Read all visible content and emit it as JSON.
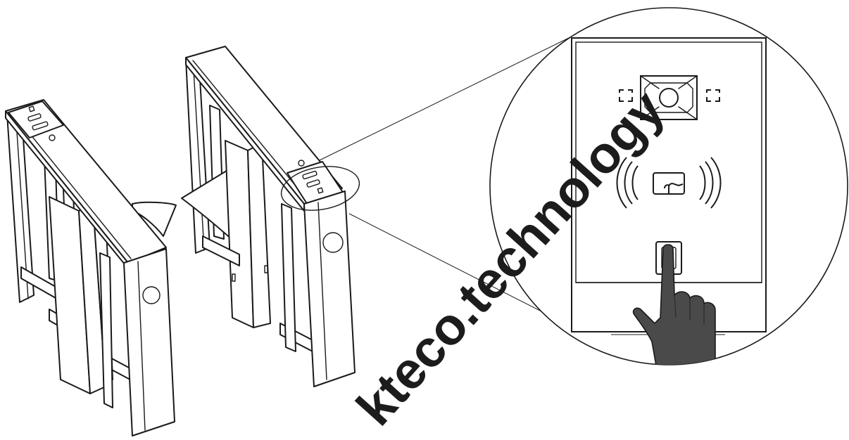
{
  "watermark": {
    "text": "zktecotechnology",
    "visible_text": "kteco.technology",
    "color": "#1c1c1c"
  },
  "illustration": {
    "subject": "swing-barrier-turnstile-pair",
    "zoom_panel": "biometric-reader-terminal",
    "icons": [
      "face-camera-icon",
      "rfid-card-icon",
      "fingerprint-sensor-icon",
      "pointing-hand-icon"
    ]
  }
}
